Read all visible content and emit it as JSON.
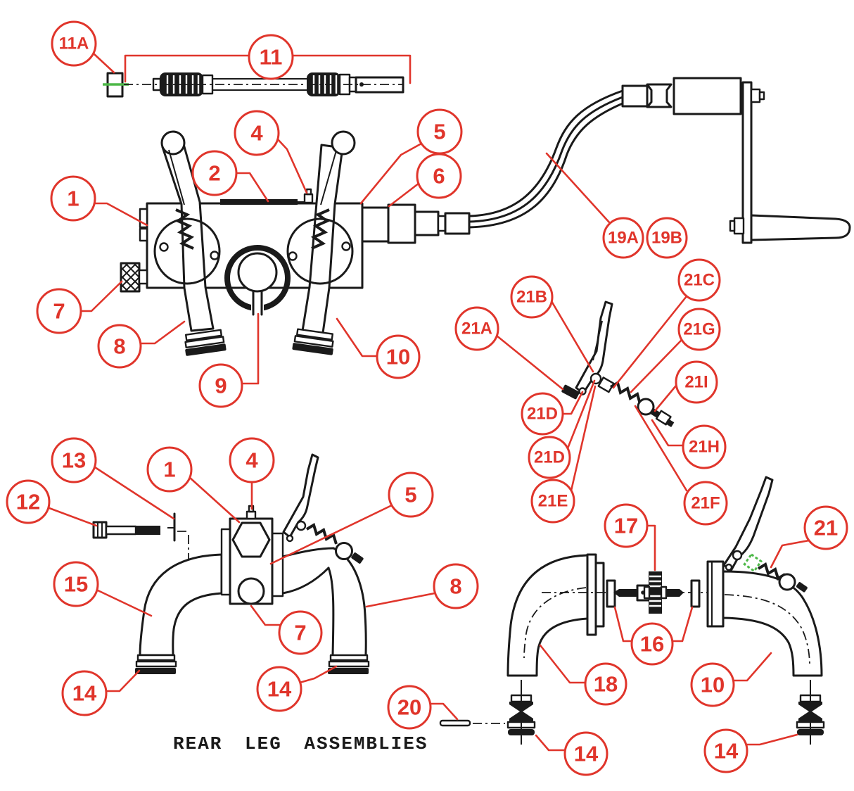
{
  "title": "REAR LEG ASSEMBLIES",
  "colors": {
    "callout_red": "#e0352b",
    "linework_black": "#1a1a1a",
    "highlight_green": "#4db848",
    "background": "#ffffff"
  },
  "balloons": [
    {
      "label": "11A"
    },
    {
      "label": "11"
    },
    {
      "label": "1"
    },
    {
      "label": "2"
    },
    {
      "label": "4"
    },
    {
      "label": "5"
    },
    {
      "label": "6"
    },
    {
      "label": "7"
    },
    {
      "label": "8"
    },
    {
      "label": "9"
    },
    {
      "label": "10"
    },
    {
      "label": "19A"
    },
    {
      "label": "19B"
    },
    {
      "label": "21A"
    },
    {
      "label": "21B"
    },
    {
      "label": "21C"
    },
    {
      "label": "21G"
    },
    {
      "label": "21I"
    },
    {
      "label": "21D"
    },
    {
      "label": "21D"
    },
    {
      "label": "21E"
    },
    {
      "label": "21H"
    },
    {
      "label": "21F"
    },
    {
      "label": "12"
    },
    {
      "label": "13"
    },
    {
      "label": "1"
    },
    {
      "label": "4"
    },
    {
      "label": "5"
    },
    {
      "label": "15"
    },
    {
      "label": "7"
    },
    {
      "label": "8"
    },
    {
      "label": "14"
    },
    {
      "label": "14"
    },
    {
      "label": "17"
    },
    {
      "label": "21"
    },
    {
      "label": "16"
    },
    {
      "label": "18"
    },
    {
      "label": "10"
    },
    {
      "label": "20"
    },
    {
      "label": "14"
    },
    {
      "label": "14"
    }
  ]
}
